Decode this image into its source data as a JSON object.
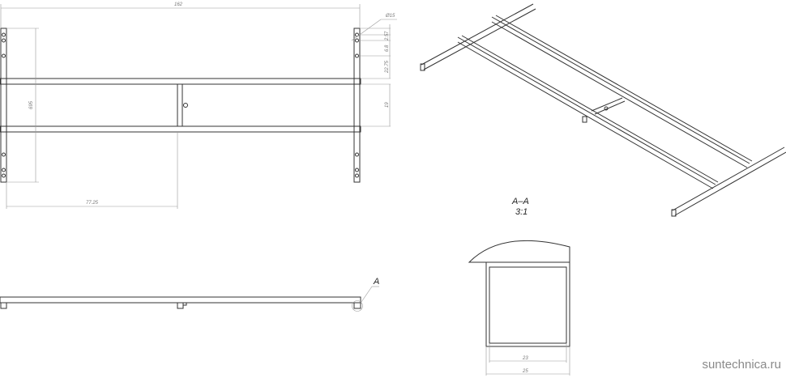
{
  "front_view": {
    "dims": {
      "overall_width": "162",
      "height": "695",
      "center_offset": "77.25",
      "hole_diameter": "Ø15",
      "d1": "7",
      "d2": "2.5",
      "d3": "6.8",
      "d4": "22.75",
      "d5": "19"
    }
  },
  "bottom_view": {
    "section_marker": "A"
  },
  "section_view": {
    "title": "A–A",
    "scale": "3:1",
    "inner_width": "23",
    "outer_width": "25"
  },
  "watermark": "suntechnica.ru"
}
